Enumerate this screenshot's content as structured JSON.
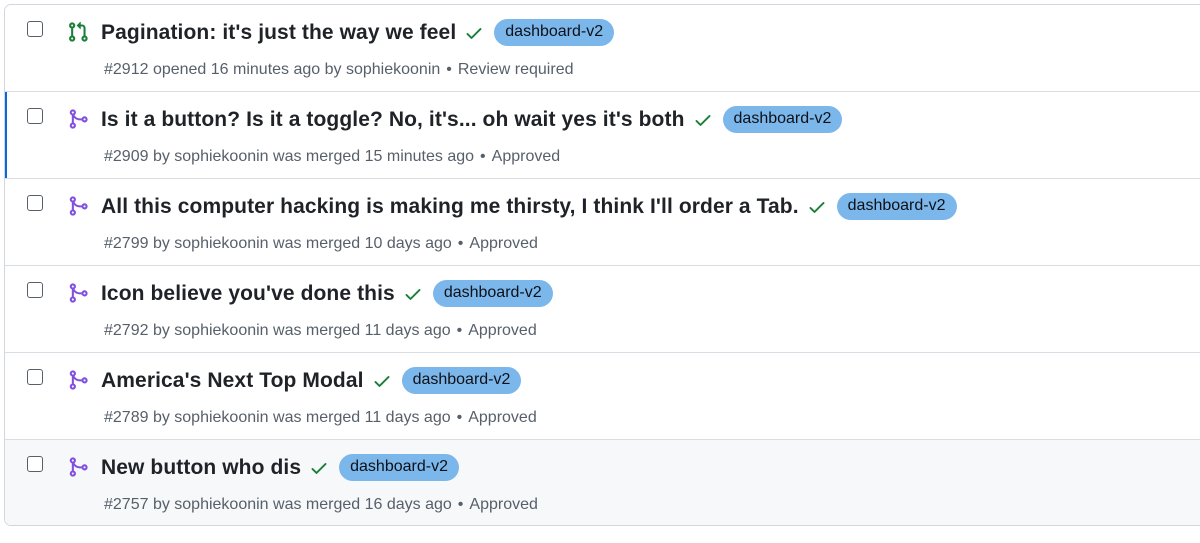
{
  "pull_requests": [
    {
      "icon": "open-pr-icon",
      "title": "Pagination: it's just the way we feel",
      "label": "dashboard-v2",
      "meta": "#2912 opened 16 minutes ago by sophiekoonin",
      "review": "Review required"
    },
    {
      "icon": "merged-pr-icon",
      "title": "Is it a button? Is it a toggle? No, it's... oh wait yes it's both",
      "label": "dashboard-v2",
      "meta": "#2909 by sophiekoonin was merged 15 minutes ago",
      "review": "Approved"
    },
    {
      "icon": "merged-pr-icon",
      "title": "All this computer hacking is making me thirsty, I think I'll order a Tab.",
      "label": "dashboard-v2",
      "meta": "#2799 by sophiekoonin was merged 10 days ago",
      "review": "Approved"
    },
    {
      "icon": "merged-pr-icon",
      "title": "Icon believe you've done this",
      "label": "dashboard-v2",
      "meta": "#2792 by sophiekoonin was merged 11 days ago",
      "review": "Approved"
    },
    {
      "icon": "merged-pr-icon",
      "title": "America's Next Top Modal",
      "label": "dashboard-v2",
      "meta": "#2789 by sophiekoonin was merged 11 days ago",
      "review": "Approved"
    },
    {
      "icon": "merged-pr-icon",
      "title": "New button who dis",
      "label": "dashboard-v2",
      "meta": "#2757 by sophiekoonin was merged 16 days ago",
      "review": "Approved"
    }
  ],
  "separator": "•",
  "colors": {
    "open": "#1a7f37",
    "merged": "#8250df",
    "check": "#1a7f37",
    "label_bg": "#7cb7ec",
    "selected_bar": "#0969da"
  }
}
